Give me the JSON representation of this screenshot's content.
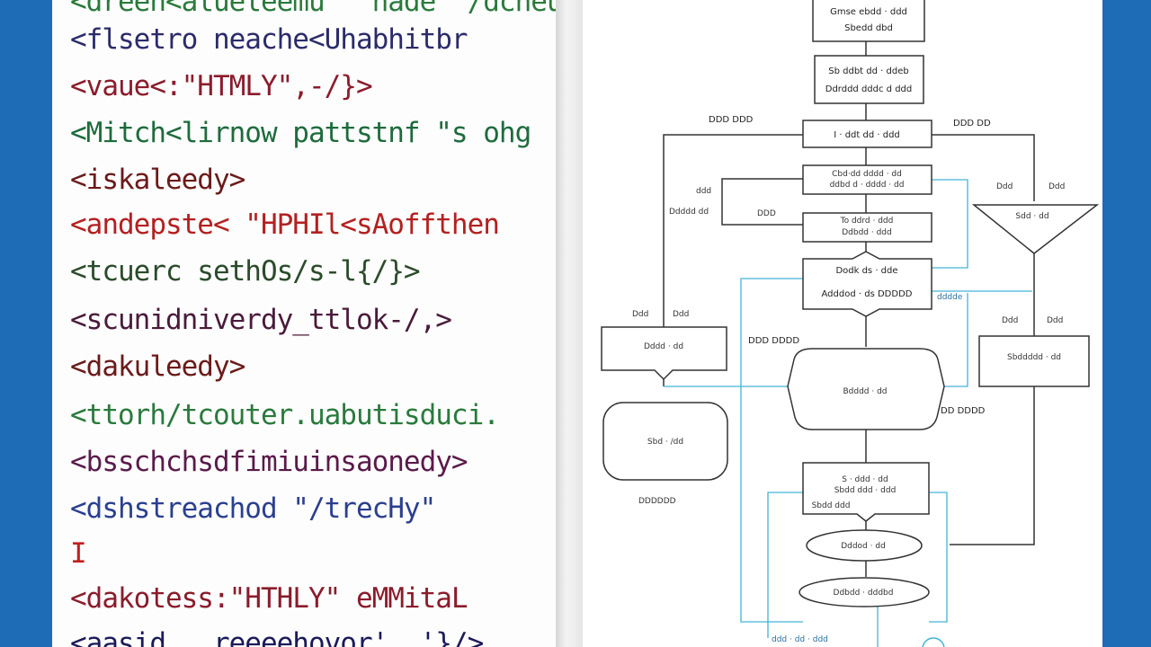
{
  "colors": {
    "frame": "#1d6cb5",
    "tag_bracket": "#1a1a1a",
    "tag_name": "#8a1c2b",
    "string": "#1e6b3c",
    "attribute": "#2a3f8f",
    "line": "#333333",
    "connector_blue": "#43b3d8"
  },
  "code_lines": [
    {
      "text": "<dreen<alueleemu   hade  /dcheu",
      "color": "#2a7a3c"
    },
    {
      "text": "<flsetro neache<Uhabhitbr",
      "color": "#2b2b6b"
    },
    {
      "text": "<vaue<:\"HTMLY\",-/}>",
      "color": "#8a1c2b"
    },
    {
      "text": "<Mitch<lirnow pattstnf \"s ohg",
      "color": "#1e6b3c"
    },
    {
      "text": "<iskaleedy>",
      "color": "#6b1a1a"
    },
    {
      "text": "<andepste< \"HPHIl<sAoffthen",
      "color": "#b32020"
    },
    {
      "text": "<tcuerc sethOs/s-l{/}>",
      "color": "#2b4b2b"
    },
    {
      "text": "<scunidniverdy_ttlok-/,>",
      "color": "#4a1a3a"
    },
    {
      "text": "<dakuleedy>",
      "color": "#6b1a1a"
    },
    {
      "text": "<ttorh/tcouter.uabutisduci.",
      "color": "#2a7a3c"
    },
    {
      "text": "<bsschchsdfimiuinsaonedy>",
      "color": "#5a1a4a"
    },
    {
      "text": "<dshstreachod \"/trecHy\"",
      "color": "#2a3f8f"
    },
    {
      "text": "I",
      "color": "#c02020"
    },
    {
      "text": "<dakotess:\"HTHLY\" eMMitaL",
      "color": "#8a1c2b"
    },
    {
      "text": "<aasid   reeeehovor'  '}/>",
      "color": "#1a1a5a"
    }
  ],
  "diagram": {
    "nodes": [
      {
        "id": "n1",
        "text": "Gmse ebdd · ddd"
      },
      {
        "id": "n1b",
        "text": "Sbedd dbd"
      },
      {
        "id": "n2",
        "text": "Sb ddbt dd · ddeb"
      },
      {
        "id": "n2b",
        "text": "Ddrddd dddc d ddd"
      },
      {
        "id": "n3",
        "text": "I · ddt dd · ddd"
      },
      {
        "id": "n4",
        "text": "Cbd·dd dddd · dd"
      },
      {
        "id": "n4b",
        "text": "ddbd d · dddd · dd"
      },
      {
        "id": "n5",
        "text": "To ddrd · ddd"
      },
      {
        "id": "n5b",
        "text": "Ddbdd · ddd"
      },
      {
        "id": "n6",
        "text": "Dodk ds · dde"
      },
      {
        "id": "n6b",
        "text": "Adddod · ds DDDDD"
      },
      {
        "id": "n7",
        "text": "Sdd · dd"
      },
      {
        "id": "n8",
        "text": "Dddd · dd"
      },
      {
        "id": "n9",
        "text": "Sbd · /dd"
      },
      {
        "id": "n10",
        "text": "Bdddd · dd"
      },
      {
        "id": "n11",
        "text": "Sbddddd · dd"
      },
      {
        "id": "n12",
        "text": "S · ddd · dd"
      },
      {
        "id": "n12b",
        "text": "Sbdd ddd · ddd"
      },
      {
        "id": "n12c",
        "text": "Sbdd ddd"
      },
      {
        "id": "n13",
        "text": "Dddod · dd"
      },
      {
        "id": "n14",
        "text": "Ddbdd · dddbd"
      }
    ],
    "labels": {
      "l_top_left": "DDD DDD",
      "l_top_right": "DDD DD",
      "l_mid_left_a": "ddd",
      "l_mid_left_b": "Ddddd dd",
      "l_mid_center": "DDD",
      "l_right_a": "Ddd",
      "l_right_b": "Ddd",
      "l_left_a": "Ddd",
      "l_left_b": "Ddd",
      "l_left_c": "DDD DDDD",
      "l_side": "dddde",
      "l_right_c": "Ddd",
      "l_right_d": "Ddd",
      "l_bottom_right": "DD DDDD",
      "l_bottom_left": "DDDDDD",
      "l_bottom_mid": "ddd · dd · ddd"
    }
  }
}
